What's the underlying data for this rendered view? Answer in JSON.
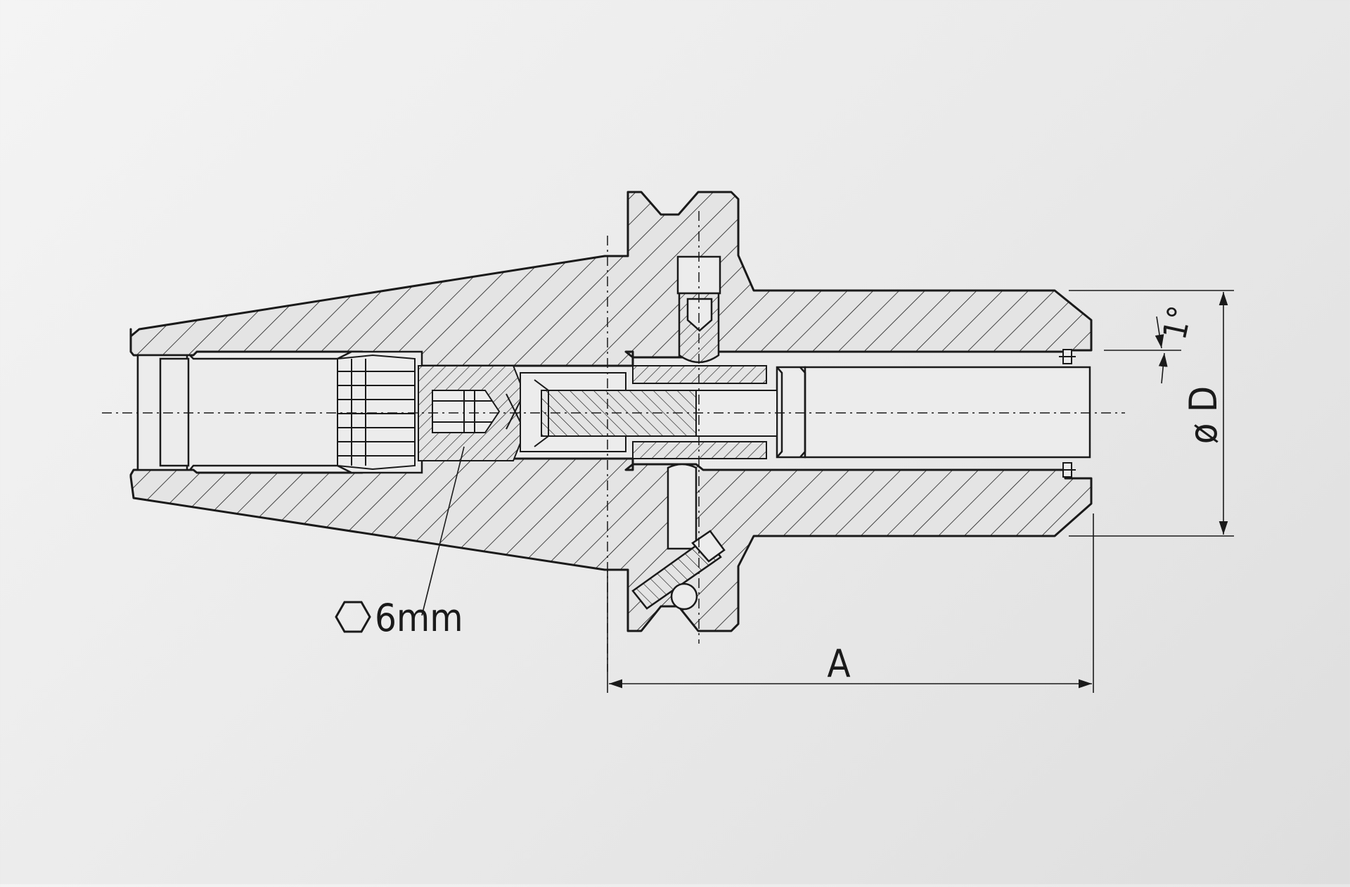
{
  "drawing": {
    "hex_callout": "6mm",
    "dim_length": "A",
    "dim_diameter": "ø D",
    "dim_angle": "1°",
    "colors": {
      "line": "#1a1a1a",
      "background": "#ececec",
      "fill": "#e2e2e2"
    }
  }
}
